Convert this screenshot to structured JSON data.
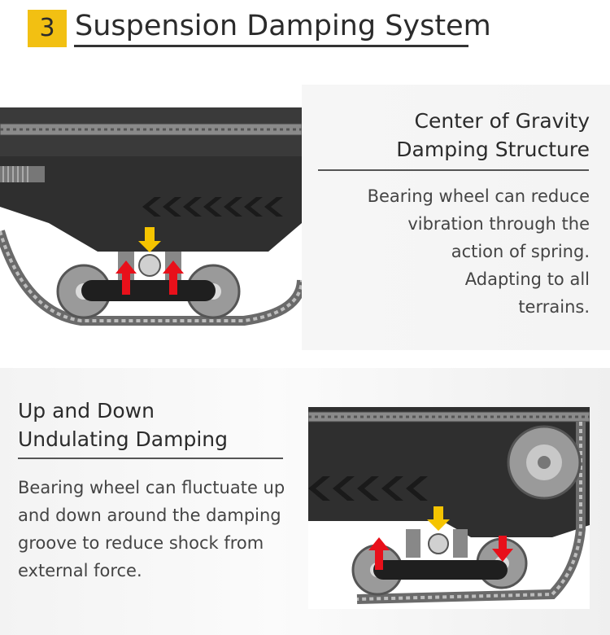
{
  "header": {
    "number": "3",
    "title": "Suspension Damping System"
  },
  "section1": {
    "heading": [
      "Center of Gravity",
      "Damping Structure"
    ],
    "body": [
      "Bearing wheel can reduce",
      "vibration through the",
      "action of spring.",
      "Adapting to all",
      "terrains."
    ]
  },
  "section2": {
    "heading": [
      "Up and Down",
      "Undulating Damping"
    ],
    "body": [
      "Bearing wheel can fluctuate up",
      "and down around the damping",
      "groove to reduce shock from",
      "external force."
    ]
  },
  "colors": {
    "badge": "#f2c012",
    "arrow_down": "#f5c400",
    "arrow_up": "#e8101a",
    "frame": "#2f2f2f"
  }
}
